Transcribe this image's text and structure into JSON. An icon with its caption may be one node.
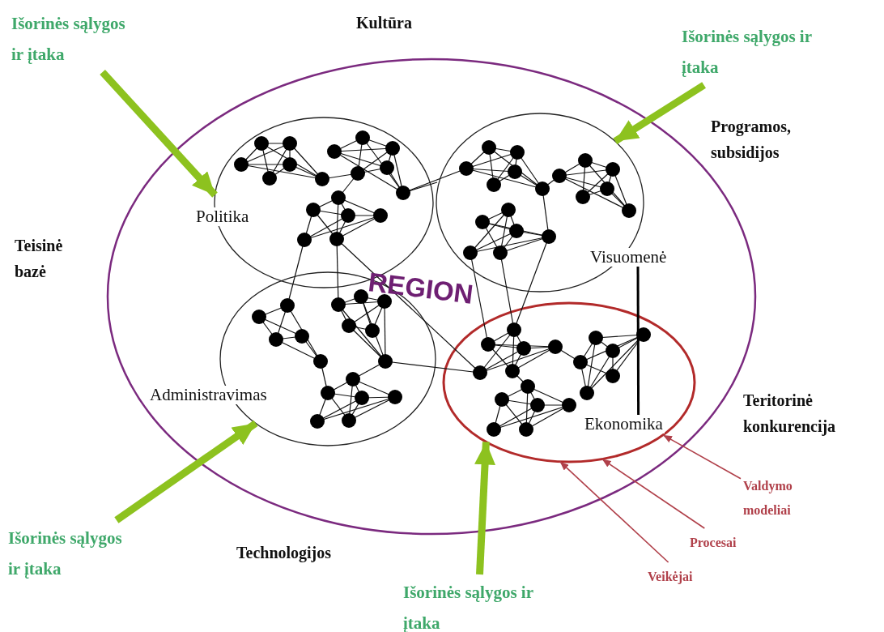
{
  "diagram": {
    "nodes": [
      {
        "text": [
          "REGION"
        ]
      },
      {
        "text": [
          "Politika"
        ],
        "in": 0
      },
      {
        "text": [
          "Visuomenė"
        ],
        "in": 0
      },
      {
        "text": [
          "Administravimas"
        ],
        "in": 0
      },
      {
        "text": [
          "Ekonomika"
        ],
        "in": 0
      },
      {
        "text": [
          "Išorinės sąlygos ir įtaka"
        ]
      },
      {
        "text": [
          "Išorinės sąlygos ir įtaka"
        ]
      },
      {
        "text": [
          "Išorinės sąlygos ir įtaka"
        ]
      },
      {
        "text": [
          "Išorinės sąlygos ir įtaka"
        ]
      },
      {
        "text": [
          "Valdymo modeliai"
        ]
      },
      {
        "text": [
          "Procesai"
        ]
      },
      {
        "text": [
          "Veikėjai"
        ]
      }
    ],
    "edges": [
      {
        "from": 5,
        "to": 1,
        "arrow": "to",
        "style": "thick"
      },
      {
        "from": 6,
        "to": 2,
        "arrow": "to",
        "style": "thick"
      },
      {
        "from": 7,
        "to": 3,
        "arrow": "to",
        "style": "thick"
      },
      {
        "from": 8,
        "to": 4,
        "arrow": "to",
        "style": "thick"
      },
      {
        "from": 9,
        "to": 4,
        "arrow": "to",
        "color": "#b0404a"
      },
      {
        "from": 10,
        "to": 4,
        "arrow": "to",
        "color": "#b0404a"
      },
      {
        "from": 11,
        "to": 4,
        "arrow": "to",
        "color": "#b0404a"
      },
      {
        "from": 2,
        "to": 4,
        "arrow": "none",
        "color": "#000000"
      }
    ],
    "labels": [
      "Kultūra",
      "Programos, subsidijos",
      "Teisinė bazė",
      "Teritorinė konkurencija",
      "Technologijos"
    ]
  }
}
